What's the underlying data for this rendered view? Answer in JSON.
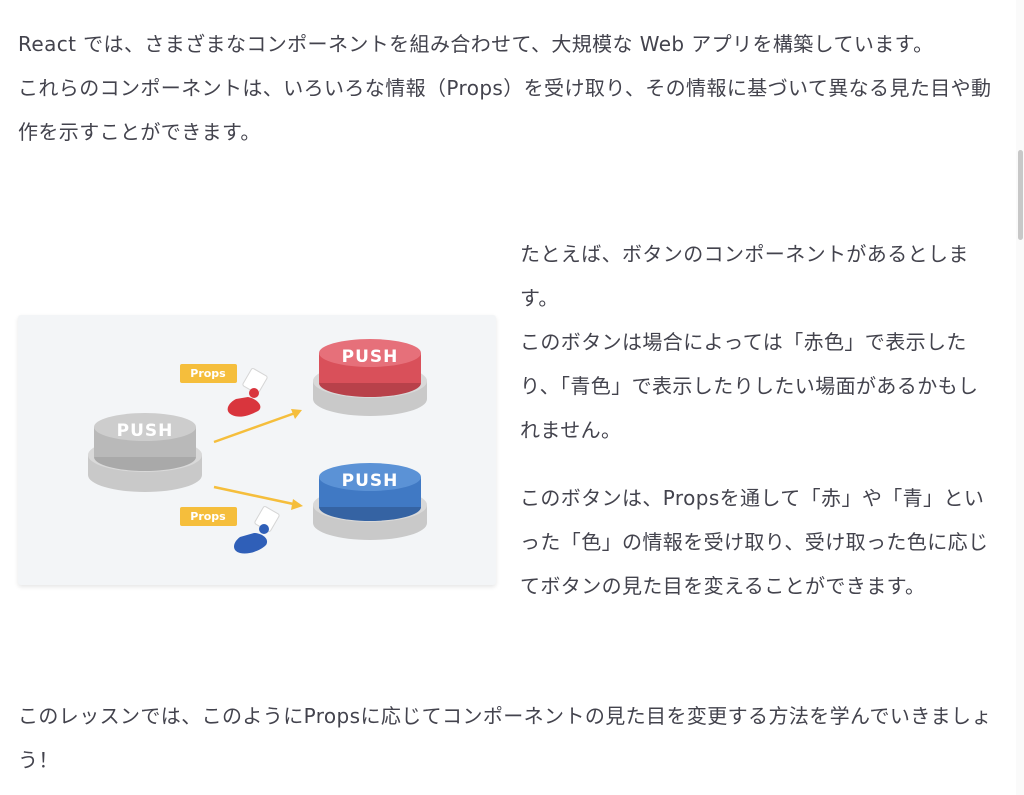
{
  "intro": {
    "line1": "React では、さまざまなコンポーネントを組み合わせて、大規模な Web アプリを構築しています。",
    "line2": "これらのコンポーネントは、いろいろな情報（Props）を受け取り、その情報に基づいて異なる見た目や動作を示すことができます。"
  },
  "side": {
    "p1": "たとえば、ボタンのコンポーネントがあるとします。",
    "p2": "このボタンは場合によっては「赤色」で表示したり、「青色」で表示したりしたい場面があるかもしれません。",
    "p3": "このボタンは、Propsを通して「赤」や「青」といった「色」の情報を受け取り、受け取った色に応じてボタンの見た目を変えることができます。"
  },
  "bottom": {
    "text": "このレッスンでは、このようにPropsに応じてコンポーネントの見た目を変更する方法を学んでいきましょう！"
  },
  "illustration": {
    "props_label_top": "Props",
    "props_label_bottom": "Props",
    "button_gray": "PUSH",
    "button_red": "PUSH",
    "button_blue": "PUSH",
    "colors": {
      "gray": "#bdbdbd",
      "red": "#d94c55",
      "blue": "#3f7ec2",
      "tag": "#f5be3c",
      "arrow": "#f5be3c"
    }
  }
}
